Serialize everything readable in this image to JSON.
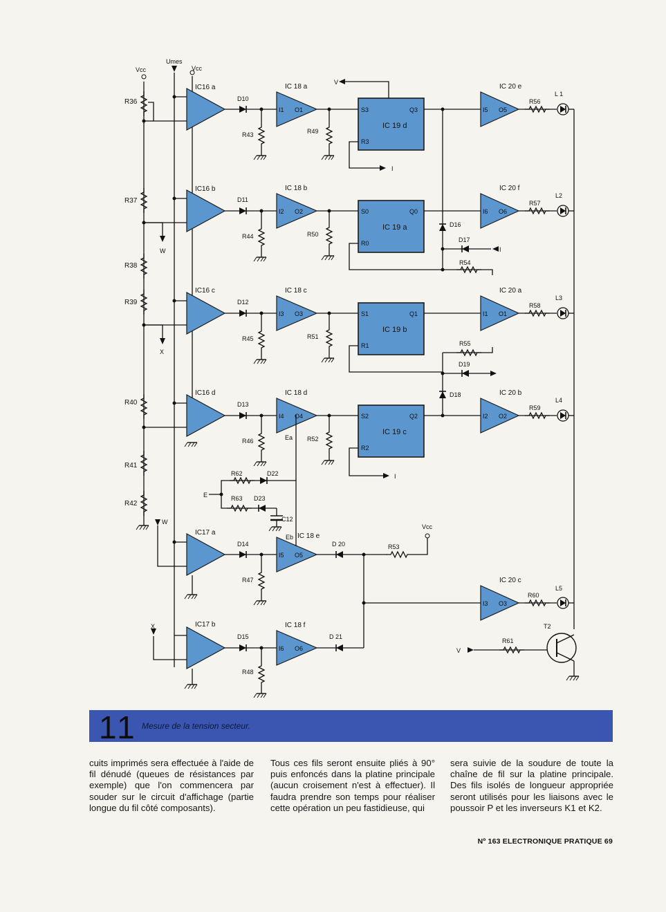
{
  "schematic": {
    "labels": {
      "vcc": "Vcc",
      "umes": "Umes",
      "v": "V",
      "i": "I",
      "w": "W",
      "x": "X",
      "e": "E",
      "ea": "Ea",
      "eb": "Eb",
      "t2": "T2",
      "ic16a": "IC16 a",
      "ic16b": "IC16 b",
      "ic16c": "IC16 c",
      "ic16d": "IC16 d",
      "ic17a": "IC17 a",
      "ic17b": "IC17 b",
      "ic18a": "IC 18 a",
      "ic18b": "IC 18 b",
      "ic18c": "IC 18 c",
      "ic18d": "IC 18 d",
      "ic18e": "IC 18 e",
      "ic18f": "IC 18 f",
      "ic20e": "IC 20 e",
      "ic20f": "IC 20 f",
      "ic20a": "IC 20 a",
      "ic20b": "IC 20 b",
      "ic20c": "IC 20 c",
      "ic19d": "IC 19 d",
      "ic19a": "IC 19 a",
      "ic19b": "IC 19 b",
      "ic19c": "IC 19 c",
      "r36": "R36",
      "r37": "R37",
      "r38": "R38",
      "r39": "R39",
      "r40": "R40",
      "r41": "R41",
      "r42": "R42",
      "r43": "R43",
      "r44": "R44",
      "r45": "R45",
      "r46": "R46",
      "r47": "R47",
      "r48": "R48",
      "r49": "R49",
      "r50": "R50",
      "r51": "R51",
      "r52": "R52",
      "r53": "R53",
      "r54": "R54",
      "r55": "R55",
      "r56": "R56",
      "r57": "R57",
      "r58": "R58",
      "r59": "R59",
      "r60": "R60",
      "r61": "R61",
      "r62": "R62",
      "r63": "R63",
      "d10": "D10",
      "d11": "D11",
      "d12": "D12",
      "d13": "D13",
      "d14": "D14",
      "d15": "D15",
      "d16": "D16",
      "d17": "D17",
      "d18": "D18",
      "d19": "D19",
      "d20": "D 20",
      "d21": "D 21",
      "d22": "D22",
      "d23": "D23",
      "c12": "C12",
      "l1": "L 1",
      "l2": "L2",
      "l3": "L3",
      "l4": "L4",
      "l5": "L5",
      "pin_i1": "I1",
      "pin_o1": "O1",
      "pin_i2": "I2",
      "pin_o2": "O2",
      "pin_i3": "I3",
      "pin_o3": "O3",
      "pin_i4": "I4",
      "pin_o4": "O4",
      "pin_i5": "I5",
      "pin_o5": "O5",
      "pin_i6": "I6",
      "pin_o6": "O6",
      "pin_s0": "S0",
      "pin_s1": "S1",
      "pin_s2": "S2",
      "pin_s3": "S3",
      "pin_r0": "R0",
      "pin_r1": "R1",
      "pin_r2": "R2",
      "pin_r3": "R3",
      "pin_q0": "Q0",
      "pin_q1": "Q1",
      "pin_q2": "Q2",
      "pin_q3": "Q3"
    }
  },
  "figure": {
    "number": "11",
    "caption": "Mesure de la tension secteur."
  },
  "columns": [
    "cuits imprimés sera effectuée à l'aide de fil dénudé (queues de résistances par exemple) que l'on commencera par souder sur le circuit d'affichage (partie longue du fil côté composants).",
    "Tous ces fils seront ensuite pliés à 90° puis enfoncés dans la platine principale (aucun croisement n'est à effectuer). Il faudra prendre son temps pour réaliser cette opération un peu fastidieuse, qui",
    "sera suivie de la soudure de toute la chaîne de fil sur la platine principale. Des fils isolés de longueur appropriée seront utilisés pour les liaisons avec le poussoir P et les inverseurs K1 et K2."
  ],
  "footer": "Nº 163 ELECTRONIQUE PRATIQUE 69",
  "colors": {
    "component_fill": "#5b96cf",
    "caption_bar": "#3b56b0",
    "paper": "#f6f4ef"
  }
}
